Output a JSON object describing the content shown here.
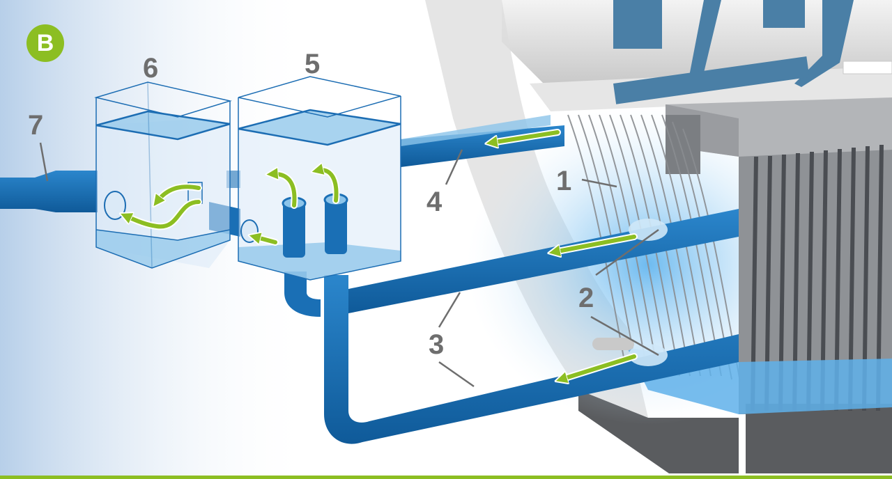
{
  "badge": "B",
  "labels": {
    "n1": "1",
    "n2": "2",
    "n3": "3",
    "n4": "4",
    "n5": "5",
    "n6": "6",
    "n7": "7"
  },
  "colors": {
    "pipe": "#1a6fb5",
    "pipe_dark": "#0f5a99",
    "box_edge": "#1c6db3",
    "water": "#8cc4ea",
    "arrow": "#8cbe22",
    "label": "#6e6e6e",
    "structure_gray": "#8f9296",
    "steel_blue": "#4a7fa6"
  }
}
